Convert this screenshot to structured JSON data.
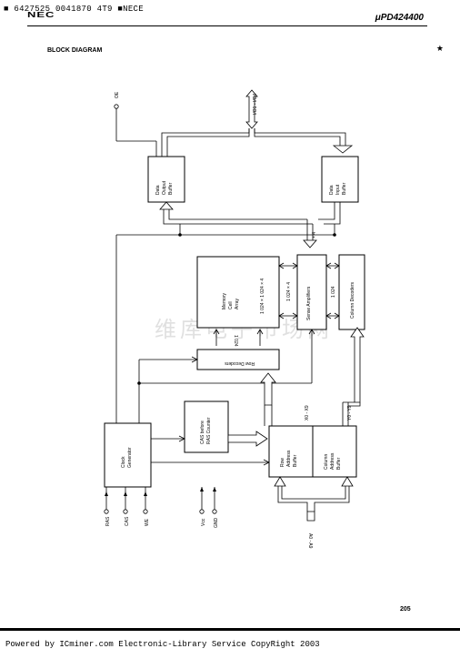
{
  "header": {
    "barcode_text": "6427525 0041870 4T9",
    "brand_code": "NECE",
    "logo": "NEC",
    "part_number": "μPD424400"
  },
  "section_title": "BLOCK DIAGRAM",
  "star": "★",
  "page_number": "205",
  "footer_text": "Powered by ICminer.com Electronic-Library Service CopyRight 2003",
  "watermark": "维库电子市场网",
  "labels": {
    "oe": "OE",
    "io": "I/O1 - I/O4",
    "data_output_buffer": [
      "Data",
      "Output",
      "Buffer"
    ],
    "data_input_buffer": [
      "Data",
      "Input",
      "Buffer"
    ],
    "x4": "× 4",
    "memory_cell_array": [
      "Memory",
      "Cell",
      "Array"
    ],
    "memory_size": "1 024 × 1 024 × 4",
    "sense_amplifiers": "Sense Amplifiers",
    "sense_width": "1 024 × 4",
    "column_width": "1 024",
    "column_decoders": "Column Decoders",
    "row_width": "1 024",
    "row_decoders": "Row Decoders",
    "cas_before_ras": [
      "CAS before",
      "RAS Counter"
    ],
    "x_addr": "X0 - X9",
    "y_addr": "Y0 - Y9",
    "clock_generator": [
      "Clock",
      "Generator"
    ],
    "row_address_buffer": [
      "Row",
      "Address",
      "Buffer"
    ],
    "column_address_buffer": [
      "Column",
      "Address",
      "Buffer"
    ],
    "ras": "RAS",
    "cas": "CAS",
    "we": "WE",
    "vcc": "Vcc",
    "gnd": "GND",
    "addr": "A0 - A9"
  }
}
